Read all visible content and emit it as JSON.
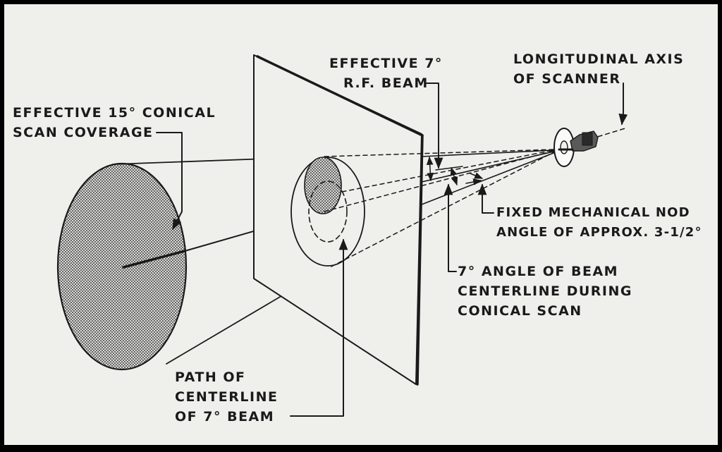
{
  "colors": {
    "frame": "#000000",
    "paper": "#efefec",
    "ink": "#1a1a1a"
  },
  "labels": {
    "conical_coverage": {
      "line1": "EFFECTIVE 15° CONICAL",
      "line2": "SCAN COVERAGE"
    },
    "rf_beam": {
      "line1": "EFFECTIVE 7°",
      "line2": "R.F. BEAM"
    },
    "longitudinal_axis": {
      "line1": "LONGITUDINAL AXIS",
      "line2": "OF SCANNER"
    },
    "nod_angle": {
      "line1": "FIXED MECHANICAL NOD",
      "line2": "ANGLE OF APPROX. 3-1/2°"
    },
    "beam_centerline_angle": {
      "line1": "7° ANGLE OF BEAM",
      "line2": "CENTERLINE DURING",
      "line3": "CONICAL SCAN"
    },
    "path_of_centerline": {
      "line1": "PATH OF",
      "line2": "CENTERLINE",
      "line3": "OF 7° BEAM"
    }
  }
}
